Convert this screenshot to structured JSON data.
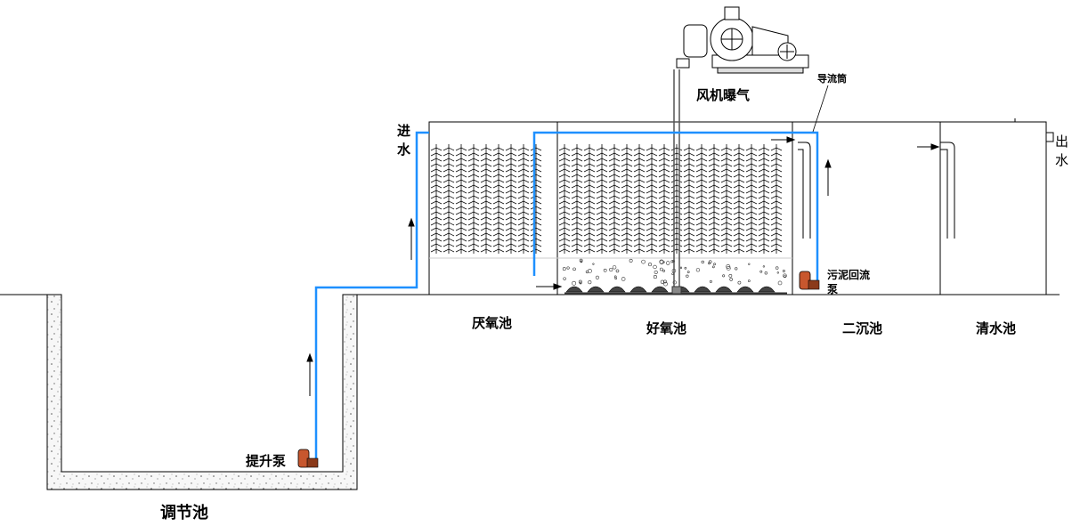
{
  "labels": {
    "blower": "风机曝气",
    "guide_tube": "导流筒",
    "inlet_1": "进",
    "inlet_2": "水",
    "outlet_1": "出",
    "outlet_2": "水",
    "sludge_pump_1": "污泥回流",
    "sludge_pump_2": "泵",
    "lift_pump": "提升泵",
    "anoxic_tank": "厌氧池",
    "aerobic_tank": "好氧池",
    "secondary_clarifier": "二沉池",
    "clear_water_tank": "清水池",
    "equalization_tank": "调节池"
  },
  "colors": {
    "water_pipe": "#1e90ff",
    "line": "#000000",
    "pump_body": "#c8572e",
    "concrete": "#f2f2f2"
  }
}
